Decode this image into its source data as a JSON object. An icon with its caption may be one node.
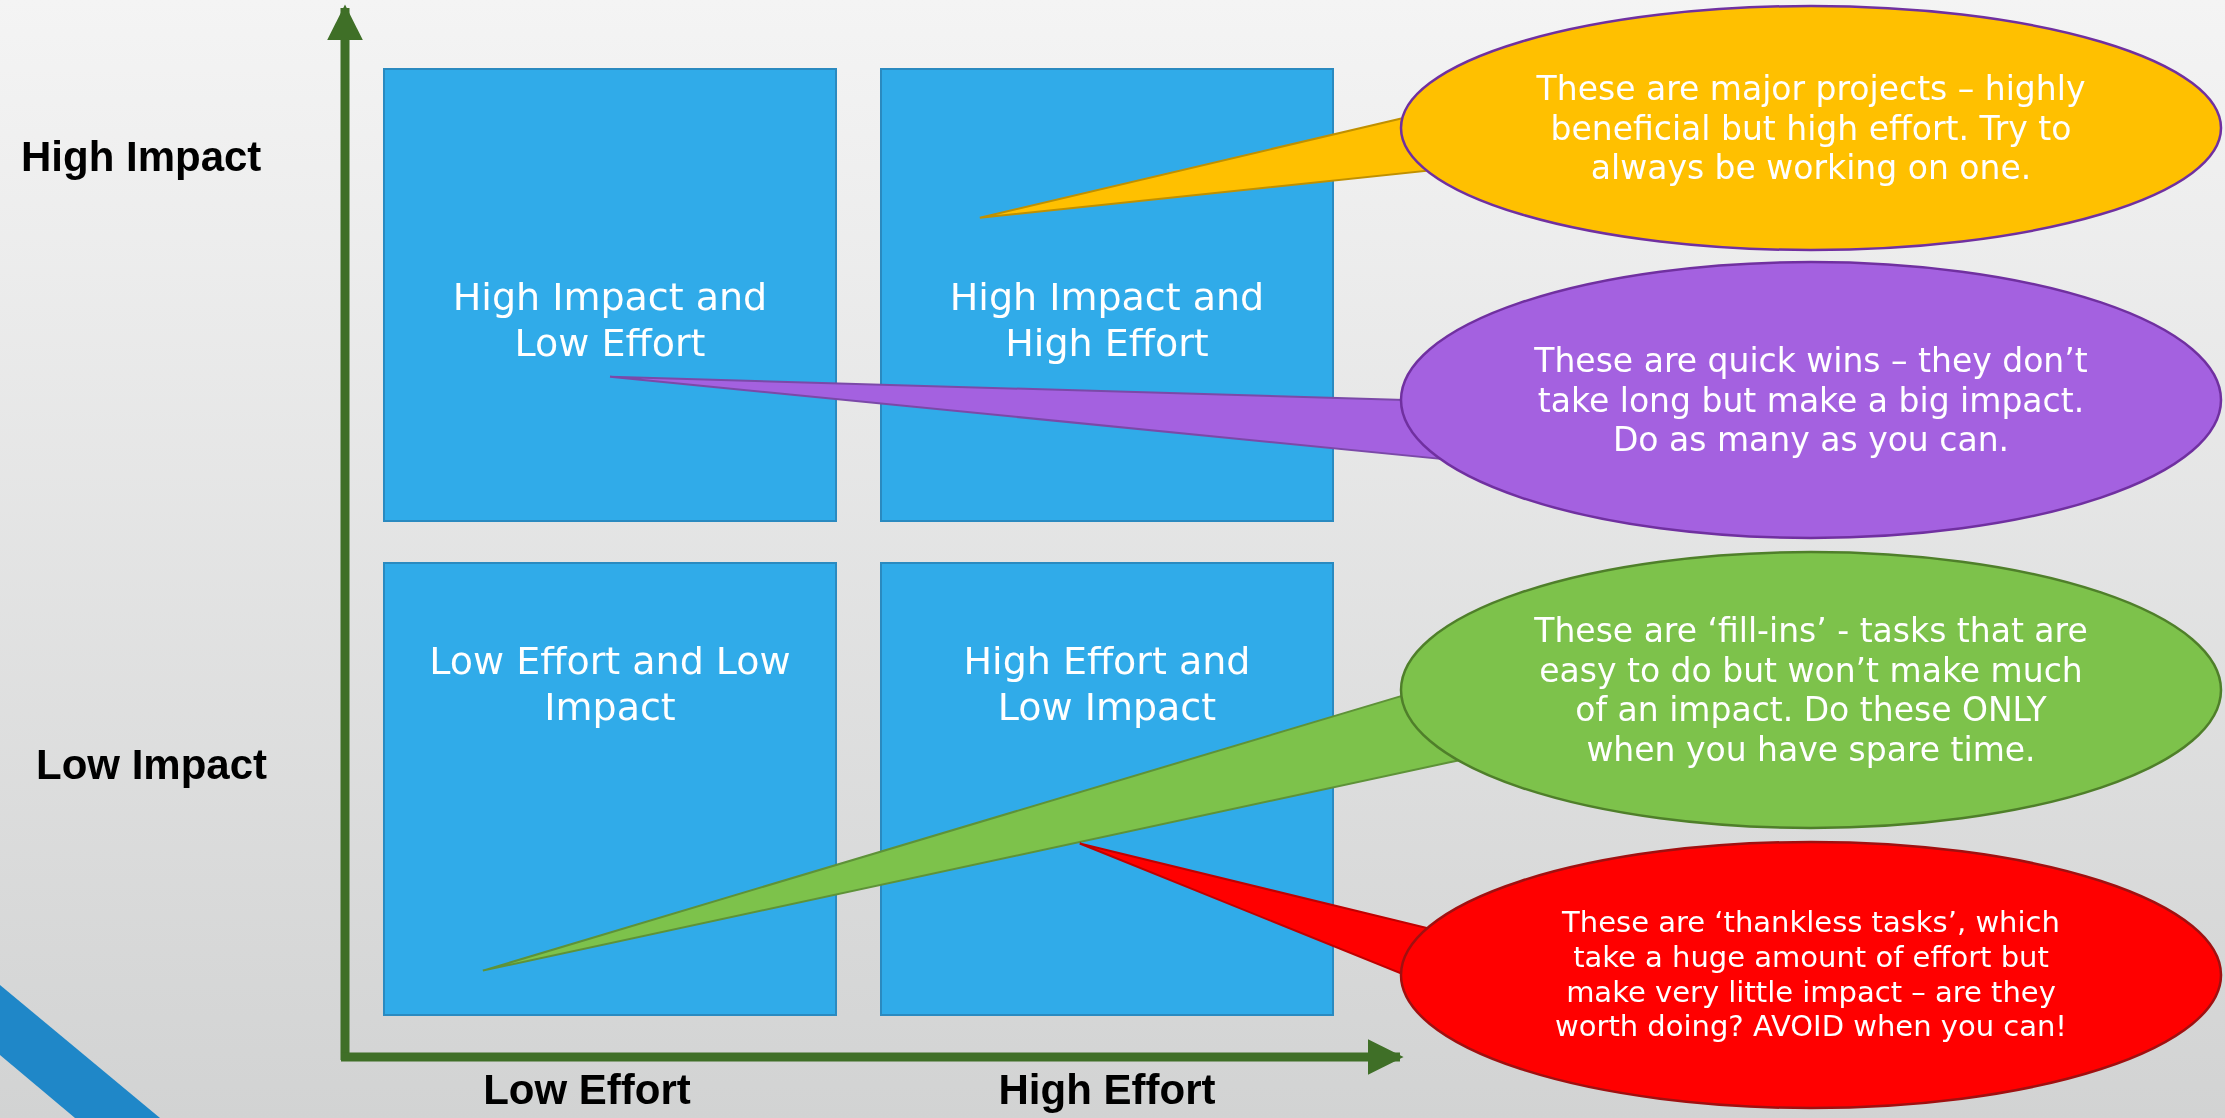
{
  "diagram": {
    "nodes": [
      {
        "text": [
          "High Impact and Low Effort"
        ]
      },
      {
        "text": [
          "High Impact and High Effort"
        ]
      },
      {
        "text": [
          "Low Effort and Low Impact"
        ]
      },
      {
        "text": [
          "High Effort and Low Impact"
        ]
      },
      {
        "text": [
          "These are major projects – highly beneficial but high effort. Try to always be working on one."
        ]
      },
      {
        "text": [
          "These are quick wins – they don’t take long but make a big impact. Do as many as you can."
        ]
      },
      {
        "text": [
          "These are ‘fill-ins’ - tasks that are easy to do but won’t make much of an impact. Do these ONLY when you have spare time."
        ]
      },
      {
        "text": [
          "These are ‘thankless tasks’, which take a huge amount of effort but make very little impact – are they worth doing? AVOID when you can!"
        ]
      }
    ],
    "edges": [
      {
        "from": 4,
        "to": 1,
        "arrow": "none",
        "color": "#ffc000"
      },
      {
        "from": 5,
        "to": 0,
        "arrow": "none",
        "color": "#a461e0"
      },
      {
        "from": 6,
        "to": 2,
        "arrow": "none",
        "color": "#7dc24b"
      },
      {
        "from": 7,
        "to": 3,
        "arrow": "none",
        "color": "#ff0000"
      }
    ],
    "labels": [
      "High Impact",
      "Low Impact",
      "Low Effort",
      "High Effort"
    ]
  }
}
